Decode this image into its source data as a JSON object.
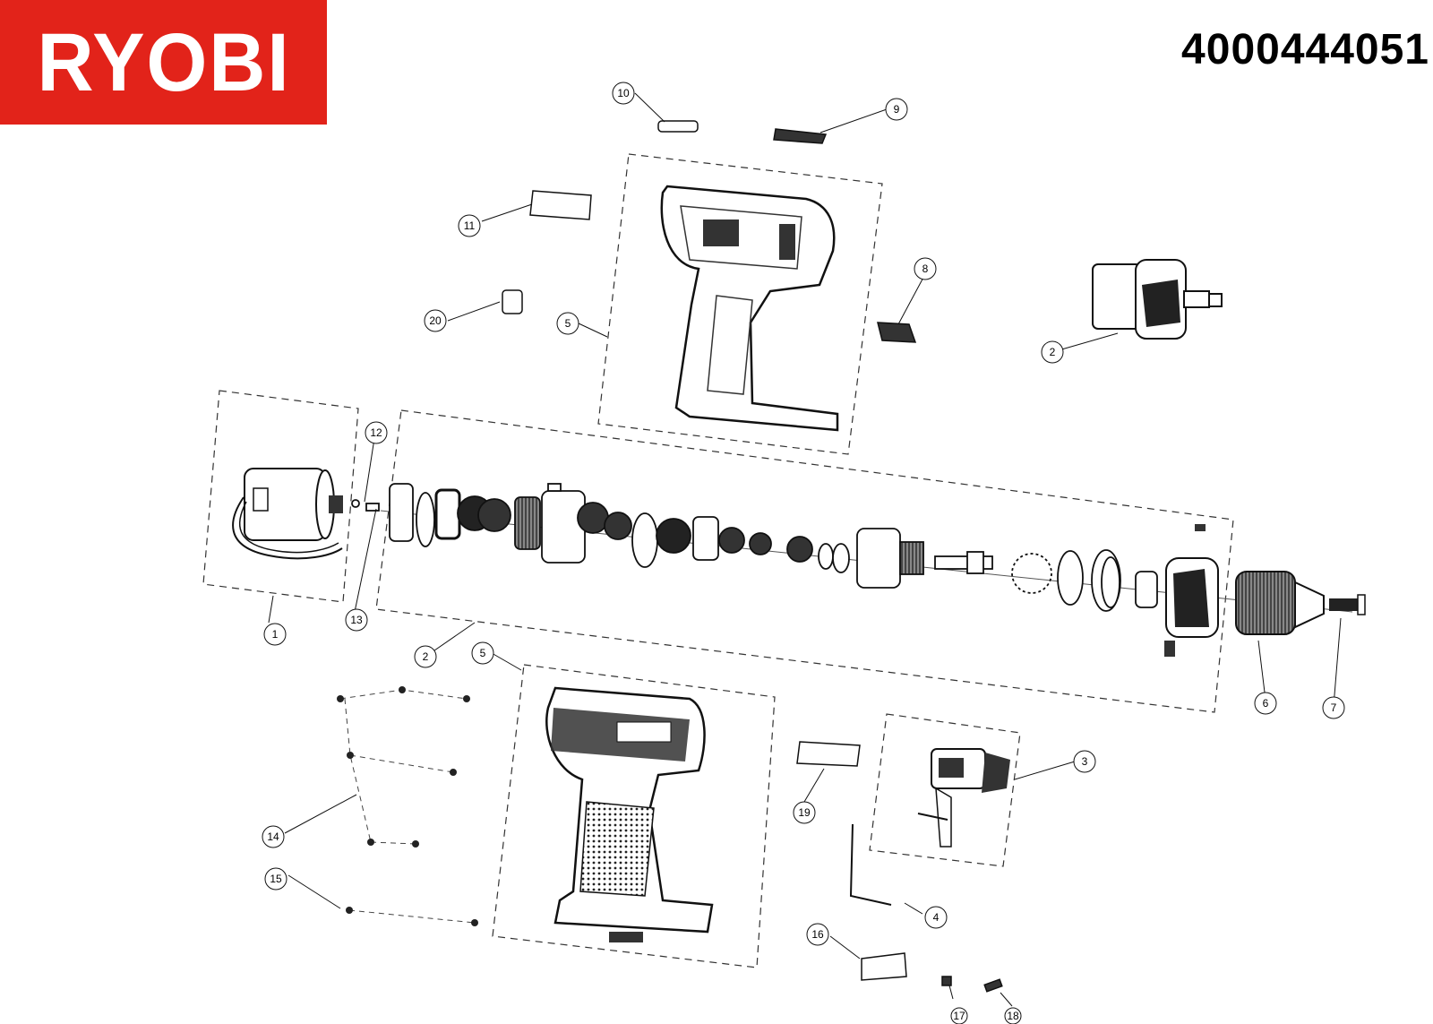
{
  "brand": {
    "logo_text": "RYOBI",
    "color": "#e2231a"
  },
  "part_number": "4000444051",
  "callouts": [
    "1",
    "2",
    "2",
    "3",
    "4",
    "5",
    "5",
    "6",
    "7",
    "8",
    "9",
    "10",
    "11",
    "12",
    "13",
    "14",
    "15",
    "16",
    "17",
    "18",
    "19",
    "20"
  ]
}
